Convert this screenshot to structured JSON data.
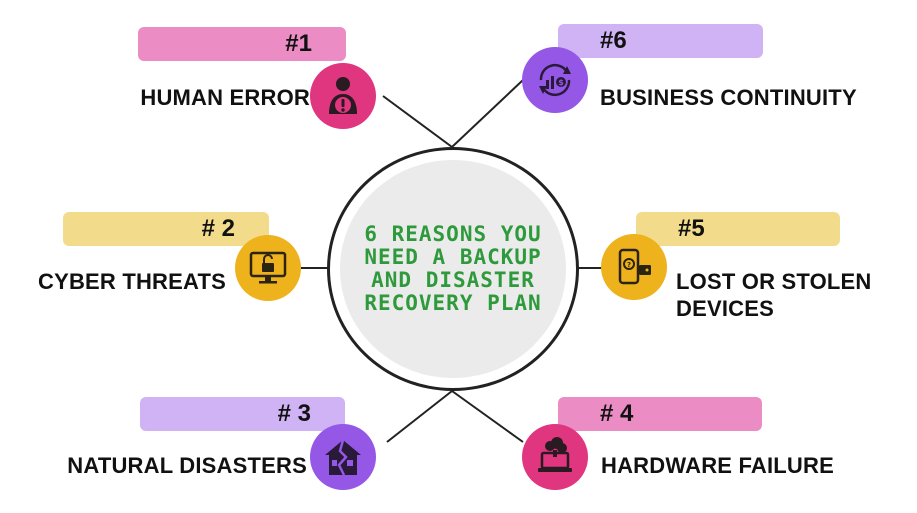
{
  "title": "6 REASONS YOU NEED A BACKUP AND DISASTER RECOVERY PLAN",
  "colors": {
    "pink_pill": "#eb8cc4",
    "pink_badge": "#e0357f",
    "purple_pill": "#cfb3f5",
    "purple_badge": "#9457e6",
    "yellow_pill": "#f2dc8c",
    "yellow_badge": "#eeb21c",
    "title_green": "#2e9a3c"
  },
  "reasons": [
    {
      "number": "#1",
      "label": "HUMAN ERROR",
      "icon": "person-alert-icon",
      "color": "pink"
    },
    {
      "number": "# 2",
      "label": "CYBER THREATS",
      "icon": "monitor-lock-icon",
      "color": "yellow"
    },
    {
      "number": "# 3",
      "label": "NATURAL DISASTERS",
      "icon": "cracked-house-icon",
      "color": "purple"
    },
    {
      "number": "# 4",
      "label": "HARDWARE FAILURE",
      "icon": "laptop-smoke-icon",
      "color": "pink"
    },
    {
      "number": "#5",
      "label": "LOST OR STOLEN DEVICES",
      "icon": "phone-wallet-icon",
      "color": "yellow"
    },
    {
      "number": "#6",
      "label": "BUSINESS CONTINUITY",
      "icon": "dollar-cycle-icon",
      "color": "purple"
    }
  ]
}
